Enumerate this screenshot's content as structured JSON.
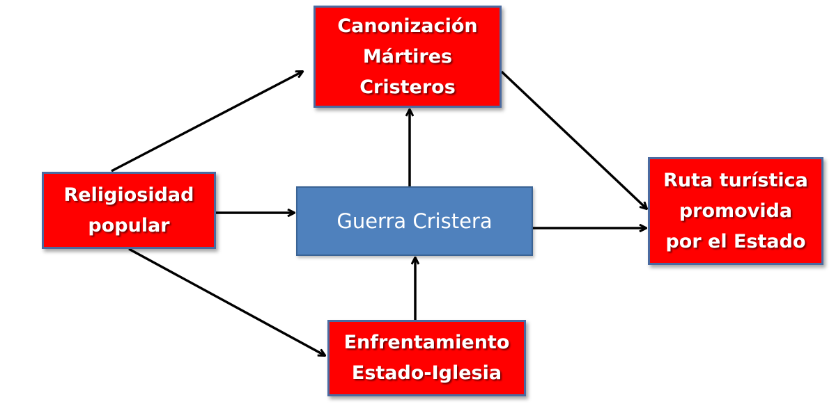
{
  "diagram": {
    "nodes": {
      "canonizacion": {
        "lines": [
          "Canonización",
          "Mártires",
          "Cristeros"
        ]
      },
      "religiosidad": {
        "lines": [
          "Religiosidad",
          "popular"
        ]
      },
      "guerra": {
        "lines": [
          "Guerra Cristera"
        ]
      },
      "ruta": {
        "lines": [
          "Ruta turística",
          "promovida",
          "por el Estado"
        ]
      },
      "enfrentamiento": {
        "lines": [
          "Enfrentamiento",
          "Estado-Iglesia"
        ]
      }
    },
    "edges": [
      {
        "from": "religiosidad",
        "to": "canonizacion"
      },
      {
        "from": "religiosidad",
        "to": "guerra"
      },
      {
        "from": "religiosidad",
        "to": "enfrentamiento"
      },
      {
        "from": "guerra",
        "to": "canonizacion"
      },
      {
        "from": "guerra",
        "to": "ruta"
      },
      {
        "from": "enfrentamiento",
        "to": "guerra"
      },
      {
        "from": "canonizacion",
        "to": "ruta"
      }
    ],
    "colors": {
      "node_red": "#ff0000",
      "node_blue": "#4f81bd",
      "node_border": "#4a6aa0",
      "arrow": "#000000",
      "text": "#ffffff"
    }
  }
}
